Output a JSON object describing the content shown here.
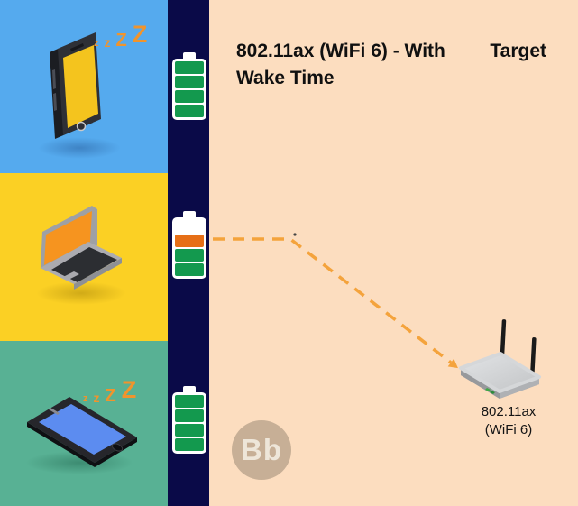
{
  "title": {
    "line1_left": "802.11ax (WiFi 6) - With",
    "line1_right": "Target",
    "line2": "Wake Time"
  },
  "router": {
    "label_line1": "802.11ax",
    "label_line2": "(WiFi 6)"
  },
  "logo": {
    "text": "Bb"
  },
  "sleep": {
    "z1": "z",
    "z2": "z",
    "z3": "Z",
    "z4": "Z"
  },
  "batteries": {
    "phone": {
      "segments": [
        "green",
        "green",
        "green",
        "green"
      ]
    },
    "laptop": {
      "segments": [
        "empty",
        "orange",
        "green",
        "green"
      ]
    },
    "tablet": {
      "segments": [
        "green",
        "green",
        "green",
        "green"
      ]
    }
  },
  "colors": {
    "blue_bg": "#55AAEE",
    "yellow_bg": "#FBD024",
    "green_bg": "#58B194",
    "navy": "#0A0A48",
    "peach": "#FCDDBF",
    "battery_green": "#13994E",
    "battery_orange": "#E66F16",
    "dash_orange": "#F4A33C",
    "sleep_orange": "#F0942D",
    "logo_circle": "#C7AF96",
    "logo_text": "#EEE6D9"
  }
}
